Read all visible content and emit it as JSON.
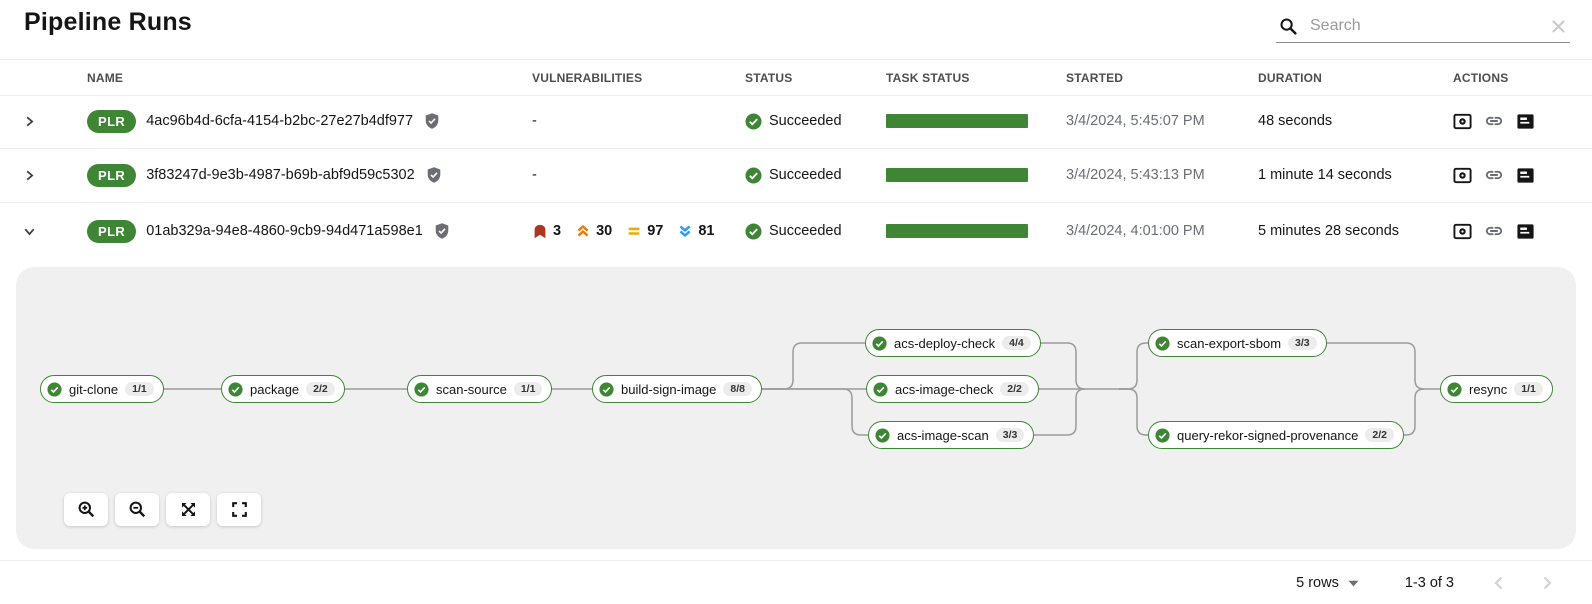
{
  "page": {
    "title": "Pipeline Runs"
  },
  "search": {
    "placeholder": "Search"
  },
  "table": {
    "columns": {
      "name": "NAME",
      "vulnerabilities": "VULNERABILITIES",
      "status": "STATUS",
      "task_status": "TASK STATUS",
      "started": "STARTED",
      "duration": "DURATION",
      "actions": "ACTIONS"
    },
    "rows": [
      {
        "badge": "PLR",
        "name": "4ac96b4d-6cfa-4154-b2bc-27e27b4df977",
        "vulnerabilities": "-",
        "status": "Succeeded",
        "started": "3/4/2024, 5:45:07 PM",
        "duration": "48 seconds"
      },
      {
        "badge": "PLR",
        "name": "3f83247d-9e3b-4987-b69b-abf9d59c5302",
        "vulnerabilities": "-",
        "status": "Succeeded",
        "started": "3/4/2024, 5:43:13 PM",
        "duration": "1 minute 14 seconds"
      },
      {
        "badge": "PLR",
        "name": "01ab329a-94e8-4860-9cb9-94d471a598e1",
        "vulnerabilities": {
          "critical": "3",
          "high": "30",
          "medium": "97",
          "low": "81"
        },
        "status": "Succeeded",
        "started": "3/4/2024, 4:01:00 PM",
        "duration": "5 minutes 28 seconds"
      }
    ]
  },
  "graph": {
    "tasks": [
      {
        "name": "git-clone",
        "count": "1/1"
      },
      {
        "name": "package",
        "count": "2/2"
      },
      {
        "name": "scan-source",
        "count": "1/1"
      },
      {
        "name": "build-sign-image",
        "count": "8/8"
      },
      {
        "name": "acs-deploy-check",
        "count": "4/4"
      },
      {
        "name": "acs-image-check",
        "count": "2/2"
      },
      {
        "name": "acs-image-scan",
        "count": "3/3"
      },
      {
        "name": "scan-export-sbom",
        "count": "3/3"
      },
      {
        "name": "query-rekor-signed-provenance",
        "count": "2/2"
      },
      {
        "name": "resync",
        "count": "1/1"
      }
    ]
  },
  "footer": {
    "rows_per_page": "5 rows",
    "range": "1-3 of 3"
  },
  "colors": {
    "success_green": "#3e8635",
    "critical": "#aa371e",
    "high": "#ec7a08",
    "medium": "#f0ab00",
    "low": "#2b9af3",
    "panel_background": "#f0f0f0"
  }
}
